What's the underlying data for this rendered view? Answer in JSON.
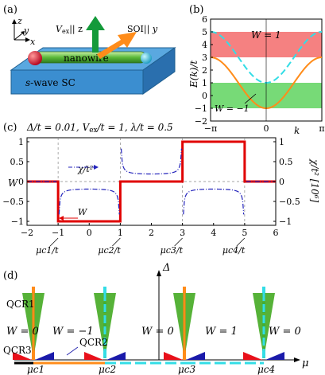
{
  "panel_a": {
    "label": "(a)",
    "axis_z": "z",
    "axis_y": "y",
    "axis_x": "x",
    "vex_text": "V",
    "vex_sub": "ex",
    "vex_par": "|| z",
    "soi_text": "SOI|| y",
    "wire_text": "nanowire",
    "sc_text": "s-wave SC"
  },
  "panel_b": {
    "label": "(b)",
    "ylabel": "E(k)/t",
    "xlabel": "k",
    "yticks": [
      "6",
      "5",
      "4",
      "3",
      "2",
      "1",
      "0",
      "−1",
      "−2"
    ],
    "xticks": [
      "−π",
      "0",
      "π"
    ],
    "w1_label": "W = 1",
    "wm1_label": "W = −1",
    "colors": {
      "red_band": "#f36b6b",
      "green_band": "#5fd35f",
      "orange": "#ff8c1a",
      "cyan": "#33dde6"
    }
  },
  "panel_c": {
    "label": "(c)",
    "title": "Δ/t = 0.01, V_ex/t = 1, λ/t = 0.5",
    "ylabel_left": "W",
    "ylabel_right": "χ/t² [10⁶]",
    "chi_label": "χ/t²",
    "w_label": "W",
    "xticks": [
      "−2",
      "−1",
      "0",
      "1",
      "2",
      "3",
      "4",
      "5",
      "6"
    ],
    "yticks": [
      "1",
      "0.5",
      "0",
      "−0.5",
      "−1"
    ],
    "mu_labels": [
      "μc1/t",
      "μc2/t",
      "μc3/t",
      "μc4/t"
    ],
    "colors": {
      "w_line": "#e00000",
      "chi_line": "#2222bb"
    }
  },
  "panel_d": {
    "label": "(d)",
    "delta_label": "Δ",
    "mu_axis_label": "μ",
    "mu_labels": [
      "μc1",
      "μc2",
      "μc3",
      "μc4"
    ],
    "w_labels": [
      "W = 0",
      "W = −1",
      "W = 0",
      "W = 1",
      "W = 0"
    ],
    "qcr1": "QCR1",
    "qcr2": "QCR2",
    "qcr3": "QCR3",
    "colors": {
      "green": "#44aa22",
      "red": "#e8101a",
      "blue": "#1a1aaa",
      "orange": "#ff8c1a",
      "cyan": "#33dde6"
    }
  },
  "chart_data": [
    {
      "type": "line",
      "panel": "b",
      "xlabel": "k",
      "ylabel": "E(k)/t",
      "xlim": [
        "−π",
        "π"
      ],
      "ylim": [
        -2,
        6
      ],
      "series": [
        {
          "x": [
            -3.1416,
            -1.5708,
            0,
            1.5708,
            3.1416
          ],
          "y": [
            3,
            1,
            -1,
            1,
            3
          ]
        },
        {
          "x": [
            -3.1416,
            -1.5708,
            0,
            1.5708,
            3.1416
          ],
          "y": [
            5,
            3,
            1,
            3,
            5
          ]
        }
      ],
      "shaded_bands": [
        {
          "label": "W = 1",
          "range": [
            3,
            5
          ]
        },
        {
          "label": "W = −1",
          "range": [
            -1,
            1
          ]
        }
      ]
    },
    {
      "type": "line",
      "panel": "c",
      "xlim": [
        -2,
        6
      ],
      "ylim": [
        -1,
        1
      ],
      "critical_points": [
        -1,
        1,
        3,
        5
      ],
      "series": [
        {
          "name": "W",
          "x": [
            -2,
            -1,
            -1,
            1,
            1,
            3,
            3,
            5,
            5,
            6
          ],
          "y": [
            0,
            0,
            -1,
            -1,
            0,
            0,
            1,
            1,
            0,
            0
          ]
        },
        {
          "name": "χ/t²",
          "sample_x": [
            -0.9,
            0,
            0.9,
            1.1,
            2,
            2.9,
            3.1,
            4,
            4.9
          ],
          "sample_y": [
            -0.2,
            -0.15,
            -0.2,
            0.2,
            0.15,
            0.2,
            -0.2,
            -0.15,
            -0.2
          ]
        }
      ]
    }
  ]
}
